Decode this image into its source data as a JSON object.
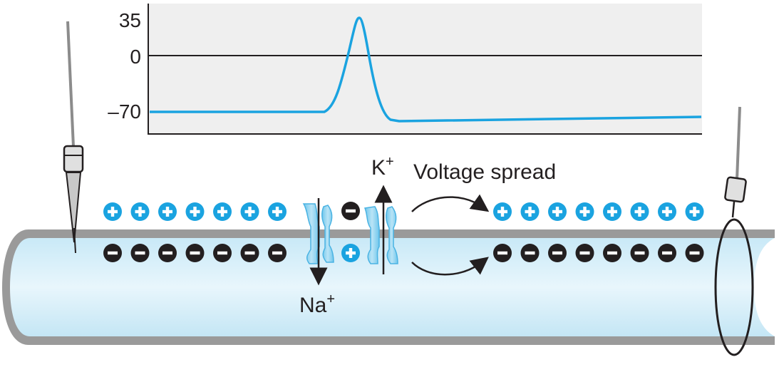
{
  "graph": {
    "y_ticks": [
      {
        "label": "35",
        "value": 35
      },
      {
        "label": "0",
        "value": 0
      },
      {
        "label": "–70",
        "value": -70
      }
    ],
    "trace_color": "#1aa3e0",
    "background_color": "#efefef"
  },
  "labels": {
    "potassium": "K",
    "potassium_sup": "+",
    "sodium": "Na",
    "sodium_sup": "+",
    "voltage_spread": "Voltage spread"
  },
  "charges": {
    "left_outside_count": 7,
    "left_inside_count": 7,
    "right_outside_count": 8,
    "right_inside_count": 8,
    "positive_color": "#1aa3e0",
    "negative_color": "#231f20"
  },
  "axon": {
    "fill_color": "#d6eef8",
    "membrane_color": "#8a8a8a"
  }
}
